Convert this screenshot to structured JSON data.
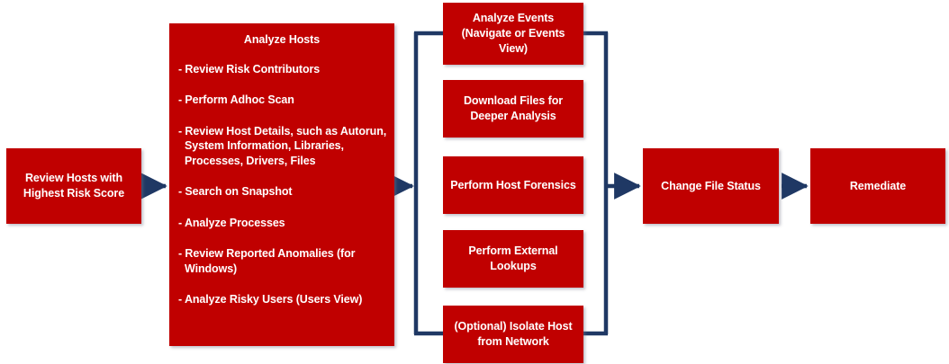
{
  "diagram": {
    "type": "flowchart",
    "orientation": "left-to-right",
    "colors": {
      "node_fill": "#C00000",
      "node_text": "#FFFFFF",
      "connector": "#1F3864",
      "background": "#FFFFFF"
    },
    "nodes": {
      "start": {
        "label": "Review Hosts with Highest Risk Score"
      },
      "analyze_hosts": {
        "title": "Analyze Hosts",
        "items": [
          "- Review Risk Contributors",
          "- Perform Adhoc Scan",
          "- Review Host Details, such as Autorun, System Information, Libraries, Processes, Drivers, Files",
          "- Search on Snapshot",
          "- Analyze Processes",
          "- Review Reported Anomalies (for Windows)",
          "- Analyze Risky Users (Users View)"
        ]
      },
      "analyze_events": {
        "label": "Analyze Events (Navigate or Events View)"
      },
      "download_files": {
        "label": "Download Files for Deeper Analysis"
      },
      "host_forensics": {
        "label": "Perform Host Forensics"
      },
      "external_lookups": {
        "label": "Perform External Lookups"
      },
      "isolate_host": {
        "label": "(Optional) Isolate Host from Network"
      },
      "change_file_status": {
        "label": "Change File Status"
      },
      "remediate": {
        "label": "Remediate"
      }
    },
    "connectors": [
      {
        "name": "start-to-analyze-hosts",
        "from": "start",
        "to": "analyze_hosts",
        "style": "arrow"
      },
      {
        "name": "analyze-hosts-to-branch",
        "from": "analyze_hosts",
        "to": "branch_in",
        "style": "arrow"
      },
      {
        "name": "branch-in-bracket",
        "from": "branch_in",
        "to": "middle_column",
        "style": "bracket"
      },
      {
        "name": "branch-out-bracket",
        "from": "middle_column",
        "to": "branch_out",
        "style": "bracket"
      },
      {
        "name": "branch-to-change-file-status",
        "from": "branch_out",
        "to": "change_file_status",
        "style": "arrow"
      },
      {
        "name": "change-file-status-to-remediate",
        "from": "change_file_status",
        "to": "remediate",
        "style": "arrow"
      }
    ]
  }
}
